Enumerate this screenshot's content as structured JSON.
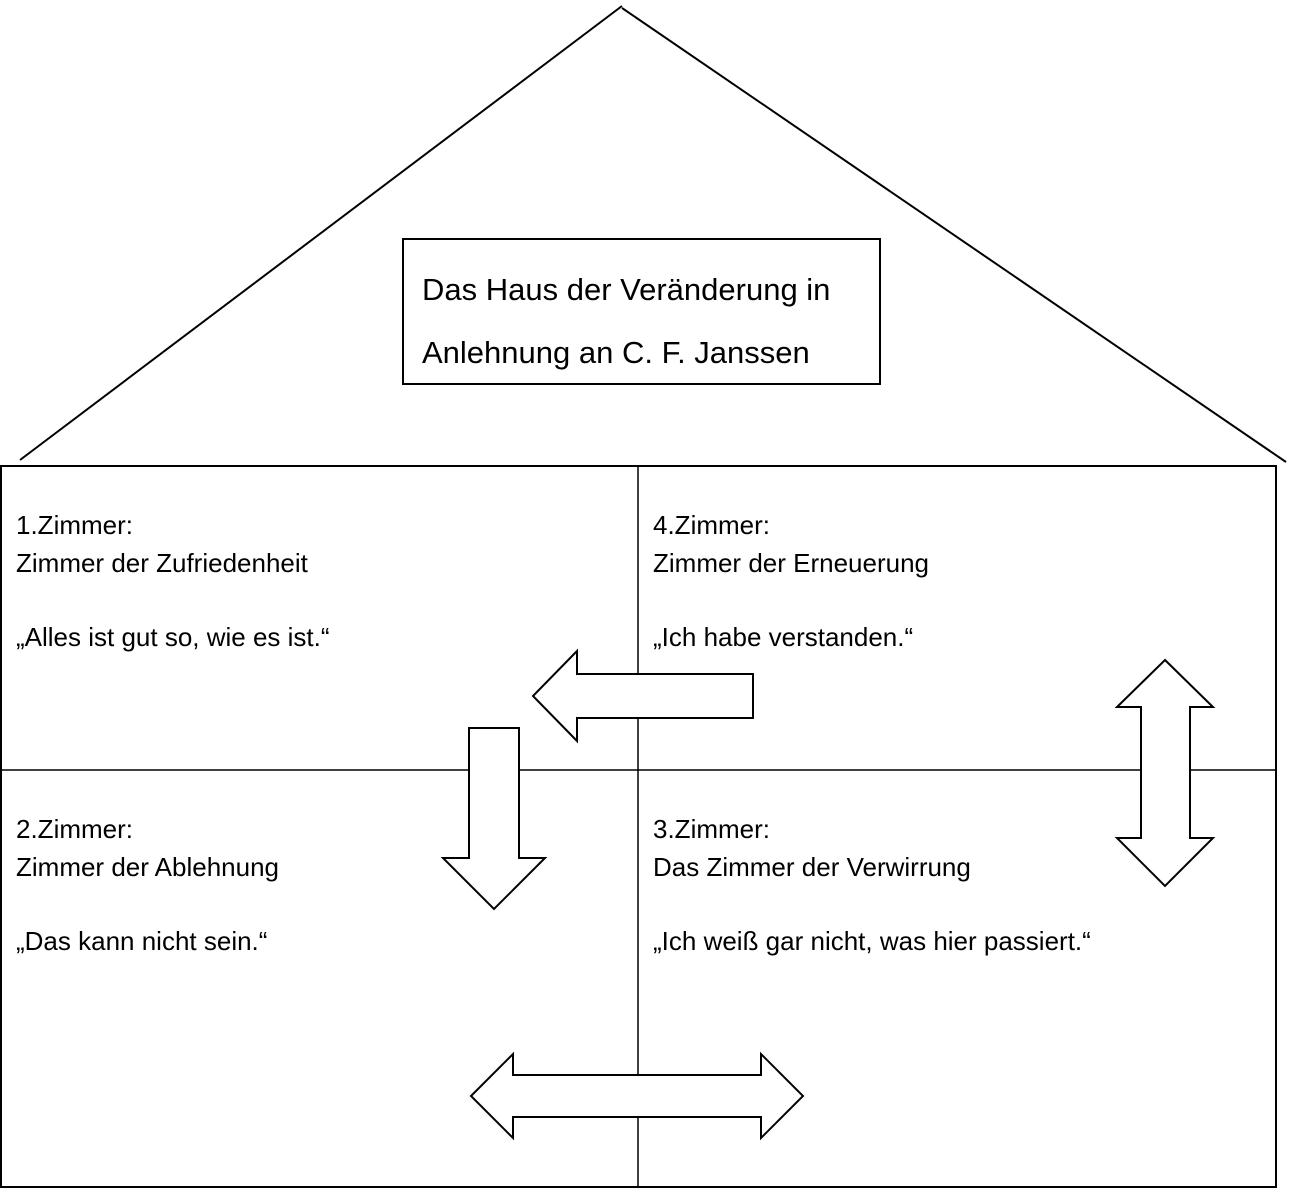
{
  "title": {
    "line1": "Das Haus der Veränderung in",
    "line2": "Anlehnung an C. F. Janssen"
  },
  "rooms": {
    "room1": {
      "number": "1.Zimmer:",
      "name": "Zimmer der Zufriedenheit",
      "quote": "„Alles ist gut so, wie es ist.“"
    },
    "room2": {
      "number": "2.Zimmer:",
      "name": "Zimmer der Ablehnung",
      "quote": "„Das kann nicht sein.“"
    },
    "room3": {
      "number": "3.Zimmer:",
      "name": "Das Zimmer der Verwirrung",
      "quote": "„Ich weiß gar nicht, was hier passiert.“"
    },
    "room4": {
      "number": "4.Zimmer:",
      "name": "Zimmer der Erneuerung",
      "quote": "„Ich habe verstanden.“"
    }
  },
  "colors": {
    "line": "#000000",
    "background": "#ffffff"
  }
}
